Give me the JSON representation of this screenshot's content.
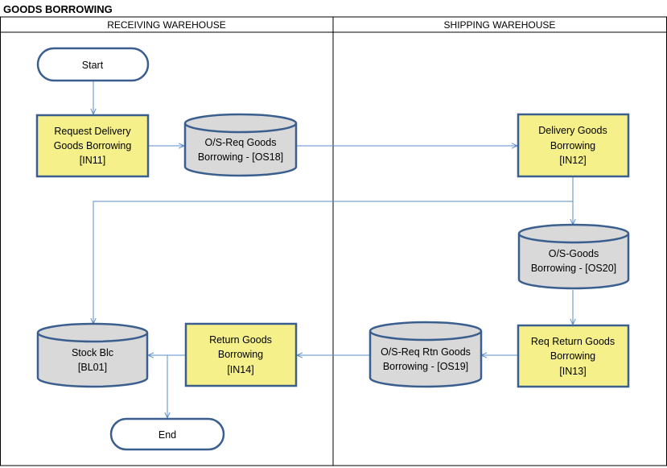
{
  "title": "GOODS BORROWING",
  "lanes": {
    "receiving": "RECEIVING WAREHOUSE",
    "shipping": "SHIPPING WAREHOUSE"
  },
  "nodes": {
    "start": [
      "Start"
    ],
    "in11": [
      "Request Delivery",
      "Goods Borrowing",
      "[IN11]"
    ],
    "os18": [
      "O/S-Req Goods",
      "Borrowing - [OS18]"
    ],
    "in12": [
      "Delivery Goods",
      "Borrowing",
      "[IN12]"
    ],
    "os20": [
      "O/S-Goods",
      "Borrowing - [OS20]"
    ],
    "in13": [
      "Req Return Goods",
      "Borrowing",
      "[IN13]"
    ],
    "os19": [
      "O/S-Req Rtn Goods",
      "Borrowing - [OS19]"
    ],
    "in14": [
      "Return Goods",
      "Borrowing",
      "[IN14]"
    ],
    "bl01": [
      "Stock Blc",
      "[BL01]"
    ],
    "end": [
      "End"
    ]
  },
  "colors": {
    "process_fill": "#f5f08a",
    "database_fill": "#d9d9d9",
    "shape_border": "#3a5f8f",
    "connector": "#5b8cc7"
  }
}
